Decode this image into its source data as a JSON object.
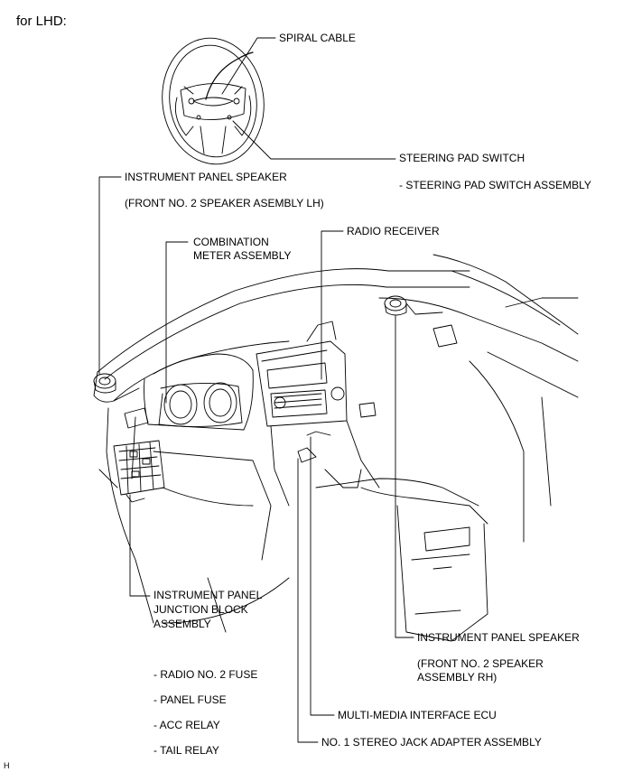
{
  "header": {
    "title": "for LHD:"
  },
  "callouts": {
    "spiral_cable": "SPIRAL CABLE",
    "steering_pad_switch": "STEERING PAD SWITCH",
    "steering_pad_switch_assembly": "- STEERING PAD SWITCH ASSEMBLY",
    "ip_speaker_lh": "INSTRUMENT PANEL SPEAKER",
    "ip_speaker_lh_sub": "(FRONT NO. 2 SPEAKER ASEMBLY LH)",
    "combination_meter_1": "COMBINATION",
    "combination_meter_2": "METER ASSEMBLY",
    "radio_receiver": "RADIO RECEIVER",
    "junction_block_1": "INSTRUMENT PANEL",
    "junction_block_2": "JUNCTION BLOCK",
    "junction_block_3": "ASSEMBLY",
    "ip_speaker_rh": "INSTRUMENT PANEL SPEAKER",
    "ip_speaker_rh_sub_1": "(FRONT NO. 2 SPEAKER",
    "ip_speaker_rh_sub_2": "ASSEMBLY RH)",
    "fuse_relay_1": "- RADIO NO. 2 FUSE",
    "fuse_relay_2": "- PANEL FUSE",
    "fuse_relay_3": "- ACC RELAY",
    "fuse_relay_4": "- TAIL RELAY",
    "multimedia_ecu": "MULTI-MEDIA INTERFACE ECU",
    "stereo_jack": "NO. 1 STEREO JACK ADAPTER ASSEMBLY"
  },
  "footer": {
    "corner_mark": "H"
  }
}
